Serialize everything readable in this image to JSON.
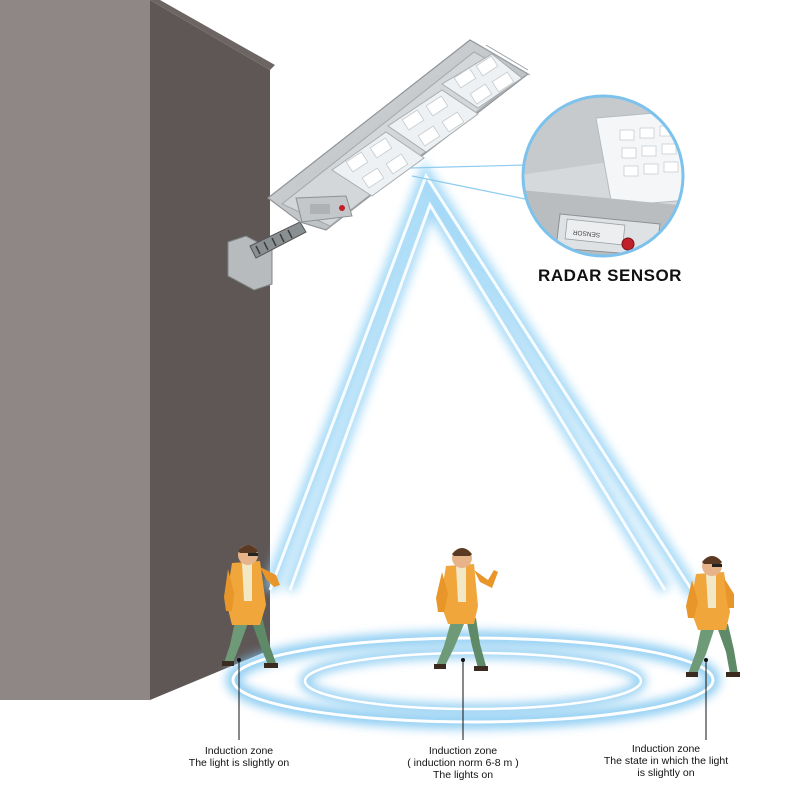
{
  "callout": {
    "title": "RADAR SENSOR",
    "sensor_plate_text": "SENSOR"
  },
  "zones": [
    {
      "lines": [
        "Induction zone",
        "The light is slightly on"
      ]
    },
    {
      "lines": [
        "Induction zone",
        "( induction norm 6-8 m )",
        "The lights on"
      ]
    },
    {
      "lines": [
        "Induction zone",
        "The state in which the light",
        "is slightly on"
      ]
    }
  ],
  "colors": {
    "wall_front": "#8c8483",
    "wall_side": "#5f5756",
    "beam": "#7ec8f2",
    "lamp_body": "#c9cdd0",
    "jacket": "#f0a63a",
    "pants": "#6e9a78",
    "sensor_dot": "#c0202a"
  }
}
